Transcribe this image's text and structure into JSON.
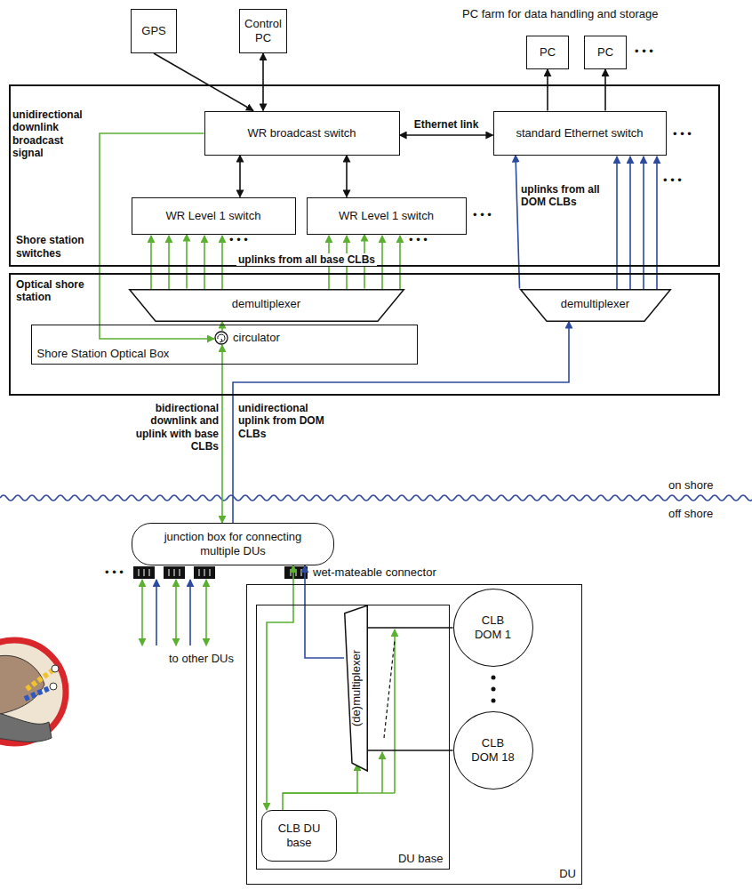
{
  "diagram": {
    "nodes": [
      {
        "text": [
          "GPS"
        ]
      },
      {
        "text": [
          "Control PC"
        ]
      },
      {
        "text": [
          "PC"
        ]
      },
      {
        "text": [
          "PC"
        ]
      },
      {
        "text": [
          "Shore station switches"
        ]
      },
      {
        "text": [
          "WR broadcast switch"
        ],
        "in": 4
      },
      {
        "text": [
          "standard Ethernet switch"
        ],
        "in": 4
      },
      {
        "text": [
          "WR Level 1 switch"
        ],
        "in": 4
      },
      {
        "text": [
          "WR Level 1 switch"
        ],
        "in": 4
      },
      {
        "text": [
          "Optical shore station"
        ]
      },
      {
        "text": [
          "demultiplexer"
        ],
        "in": 9
      },
      {
        "text": [
          "demultiplexer"
        ],
        "in": 9
      },
      {
        "text": [
          "Shore Station Optical Box"
        ],
        "in": 9
      },
      {
        "text": [
          "circulator"
        ],
        "in": 12
      },
      {
        "text": [
          "junction box for connecting multiple DUs"
        ]
      },
      {
        "text": [
          "DU"
        ]
      },
      {
        "text": [
          "DU base"
        ],
        "in": 15
      },
      {
        "text": [
          "(de)multiplexer"
        ],
        "in": 16
      },
      {
        "text": [
          "CLB DU base"
        ],
        "in": 16
      },
      {
        "text": [
          "CLB DOM 1"
        ],
        "in": 15
      },
      {
        "text": [
          "CLB DOM 18"
        ],
        "in": 15
      }
    ],
    "edges": [
      {
        "from": 0,
        "to": 5,
        "arrow": "to"
      },
      {
        "from": 1,
        "to": 5,
        "arrow": "both"
      },
      {
        "from": 5,
        "to": 6,
        "arrow": "both",
        "label": "Ethernet link"
      },
      {
        "from": 6,
        "to": 2,
        "arrow": "to"
      },
      {
        "from": 6,
        "to": 3,
        "arrow": "to"
      },
      {
        "from": 5,
        "to": 7,
        "arrow": "both"
      },
      {
        "from": 5,
        "to": 8,
        "arrow": "both"
      },
      {
        "from": 5,
        "to": 13,
        "arrow": "to"
      },
      {
        "from": 10,
        "to": 7,
        "arrow": "to"
      },
      {
        "from": 10,
        "to": 8,
        "arrow": "to"
      },
      {
        "from": 11,
        "to": 6,
        "arrow": "to"
      },
      {
        "from": 13,
        "to": 10,
        "arrow": "to"
      },
      {
        "from": 14,
        "to": 13,
        "arrow": "both"
      },
      {
        "from": 14,
        "to": 11,
        "arrow": "to"
      },
      {
        "from": 14,
        "to": 18,
        "arrow": "both"
      },
      {
        "from": 18,
        "to": 17,
        "arrow": "to"
      },
      {
        "from": 17,
        "to": 14,
        "arrow": "to"
      },
      {
        "from": 17,
        "to": 19,
        "arrow": "none"
      },
      {
        "from": 17,
        "to": 20,
        "arrow": "none"
      }
    ],
    "labels": [
      "PC farm for data handling and storage",
      "unidirectional downlink broadcast signal",
      "• • •",
      "• • •",
      "• • •",
      "• • •",
      "• • •",
      "uplinks from all base CLBs",
      "• • •",
      "uplinks from all DOM CLBs",
      "bidirectional downlink and uplink with base CLBs",
      "unidirectional uplink from DOM CLBs",
      "on shore",
      "off shore",
      "• • •",
      "wet-mateable connector",
      "to other DUs"
    ]
  }
}
